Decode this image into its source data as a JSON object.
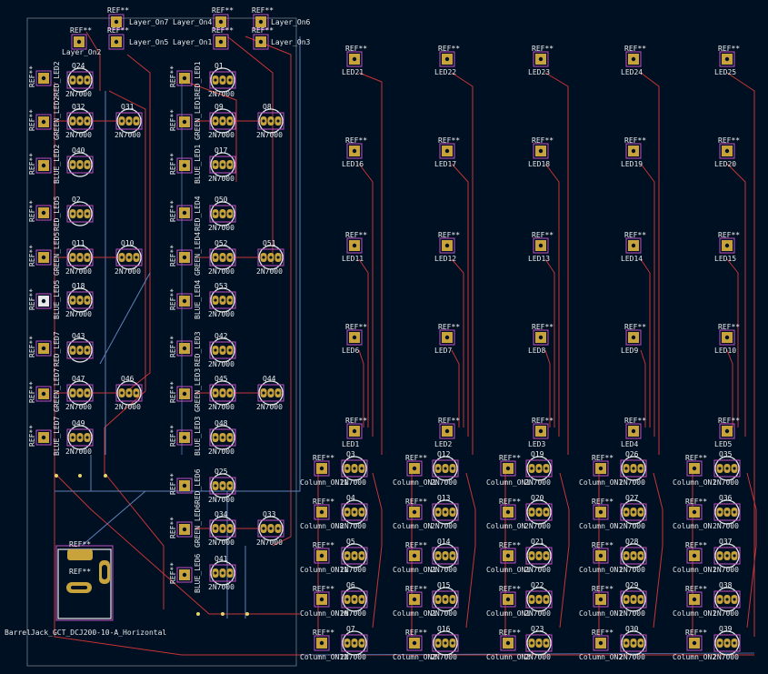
{
  "theme": {
    "background": "#001023",
    "trace_red": "#c83434",
    "trace_blue": "#5f7fb4",
    "edge": "#9aa0a6",
    "pad_gold": "#c8a23a",
    "courtyard": "#c24fc2",
    "silk": "#e8e8e8",
    "ref_text": "#f0f0f0"
  },
  "footprints": {
    "transistors": [
      {
        "ref": "Q24",
        "value": "2N7000",
        "col": 0,
        "row": 0
      },
      {
        "ref": "Q32",
        "value": "2N7000",
        "col": 0,
        "row": 1
      },
      {
        "ref": "Q31",
        "value": "2N7000",
        "col": 1,
        "row": 1
      },
      {
        "ref": "Q40",
        "value": "",
        "col": 0,
        "row": 2
      },
      {
        "ref": "Q2",
        "value": "",
        "col": 0,
        "row": 3
      },
      {
        "ref": "Q11",
        "value": "2N7000",
        "col": 0,
        "row": 4
      },
      {
        "ref": "Q10",
        "value": "2N7000",
        "col": 1,
        "row": 4
      },
      {
        "ref": "Q18",
        "value": "2N7000",
        "col": 0,
        "row": 5
      },
      {
        "ref": "Q43",
        "value": "",
        "col": 0,
        "row": 6
      },
      {
        "ref": "Q47",
        "value": "2N7000",
        "col": 0,
        "row": 7
      },
      {
        "ref": "Q46",
        "value": "2N7000",
        "col": 1,
        "row": 7
      },
      {
        "ref": "Q49",
        "value": "2N7000",
        "col": 0,
        "row": 8
      },
      {
        "ref": "Q1",
        "value": "2N7000",
        "col": 2,
        "row": 0
      },
      {
        "ref": "Q9",
        "value": "2N7000",
        "col": 2,
        "row": 1
      },
      {
        "ref": "Q8",
        "value": "2N7000",
        "col": 3,
        "row": 1
      },
      {
        "ref": "Q17",
        "value": "2N7000",
        "col": 2,
        "row": 2
      },
      {
        "ref": "Q50",
        "value": "2N7000",
        "col": 2,
        "row": 3
      },
      {
        "ref": "Q52",
        "value": "2N7000",
        "col": 2,
        "row": 4
      },
      {
        "ref": "Q51",
        "value": "2N7000",
        "col": 3,
        "row": 4
      },
      {
        "ref": "Q53",
        "value": "2N7000",
        "col": 2,
        "row": 5
      },
      {
        "ref": "Q42",
        "value": "2N7000",
        "col": 2,
        "row": 6
      },
      {
        "ref": "Q45",
        "value": "2N7000",
        "col": 2,
        "row": 7
      },
      {
        "ref": "Q44",
        "value": "2N7000",
        "col": 3,
        "row": 7
      },
      {
        "ref": "Q48",
        "value": "2N7000",
        "col": 2,
        "row": 8
      },
      {
        "ref": "Q25",
        "value": "2N7000",
        "col": 2,
        "row": 9
      },
      {
        "ref": "Q34",
        "value": "2N7000",
        "col": 2,
        "row": 10
      },
      {
        "ref": "Q33",
        "value": "2N7000",
        "col": 3,
        "row": 10
      },
      {
        "ref": "Q41",
        "value": "2N7000",
        "col": 2,
        "row": 11
      }
    ],
    "layer_pads": [
      {
        "ref": "REF**",
        "label": "Layer_On7",
        "slot": 0
      },
      {
        "ref": "REF**",
        "label": "Layer_On4",
        "slot": 1
      },
      {
        "ref": "REF**",
        "label": "Layer_On6",
        "slot": 2
      },
      {
        "ref": "REF**",
        "label": "Layer_On5",
        "slot": 3
      },
      {
        "ref": "REF**",
        "label": "Layer_On1",
        "slot": 4
      },
      {
        "ref": "REF**",
        "label": "Layer_On3",
        "slot": 5
      },
      {
        "ref": "REF**",
        "label": "Layer_On2",
        "slot": 6
      }
    ],
    "left_led_labels": [
      "RED_LED2",
      "GREEN_LED2",
      "BLUE_LED2",
      "RED_LED5",
      "GREEN_LED5",
      "BLUE_LED5",
      "RED_LED7",
      "GREEN_LED7",
      "BLUE_LED7"
    ],
    "mid_led_labels": [
      "RED_LED1",
      "GREEN_LED1",
      "BLUE_LED1",
      "RED_LED4",
      "GREEN_LED4",
      "BLUE_LED4",
      "RED_LED3",
      "GREEN_LED3",
      "BLUE_LED3",
      "RED_LED6",
      "GREEN_LED6",
      "BLUE_LED6"
    ],
    "leds": [
      [
        "LED21",
        "LED22",
        "LED23",
        "LED24",
        "LED25"
      ],
      [
        "LED16",
        "LED17",
        "LED18",
        "LED19",
        "LED20"
      ],
      [
        "LED11",
        "LED12",
        "LED13",
        "LED14",
        "LED15"
      ],
      [
        "LED6",
        "LED7",
        "LED8",
        "LED9",
        "LED10"
      ],
      [
        "LED1",
        "LED2",
        "LED3",
        "LED4",
        "LED5"
      ]
    ],
    "column_transistors": [
      [
        "Q3",
        "Q12",
        "Q19",
        "Q26",
        "Q35"
      ],
      [
        "Q4",
        "Q13",
        "Q20",
        "Q27",
        "Q36"
      ],
      [
        "Q5",
        "Q14",
        "Q21",
        "Q28",
        "Q37"
      ],
      [
        "Q6",
        "Q15",
        "Q22",
        "Q29",
        "Q38"
      ],
      [
        "Q7",
        "Q16",
        "Q23",
        "Q30",
        "Q39"
      ]
    ],
    "column_labels": [
      [
        "Column_ON11",
        "Column_ON1",
        "Column_ON1",
        "Column_ON1",
        "Column_ON1"
      ],
      [
        "Column_ON8",
        "Column_ON",
        "Column_ON",
        "Column_ON",
        "Column_ON"
      ],
      [
        "Column_ON11",
        "Column_ON1",
        "Column_ON1",
        "Column_ON1",
        "Column_ON1"
      ],
      [
        "Column_ON10",
        "Column_ON1",
        "Column_ON1",
        "Column_ON1",
        "Column_ON1"
      ],
      [
        "Column_ON12",
        "Column_ON2",
        "Column_ON2",
        "Column_ON2",
        "Column_ON2"
      ]
    ],
    "column_value": "2N7000",
    "generic_ref": "REF**",
    "barrel_jack": {
      "ref": "REF**",
      "inner_ref": "REF**",
      "value": "BarrelJack_GCT_DCJ200-10-A_Horizontal"
    }
  }
}
